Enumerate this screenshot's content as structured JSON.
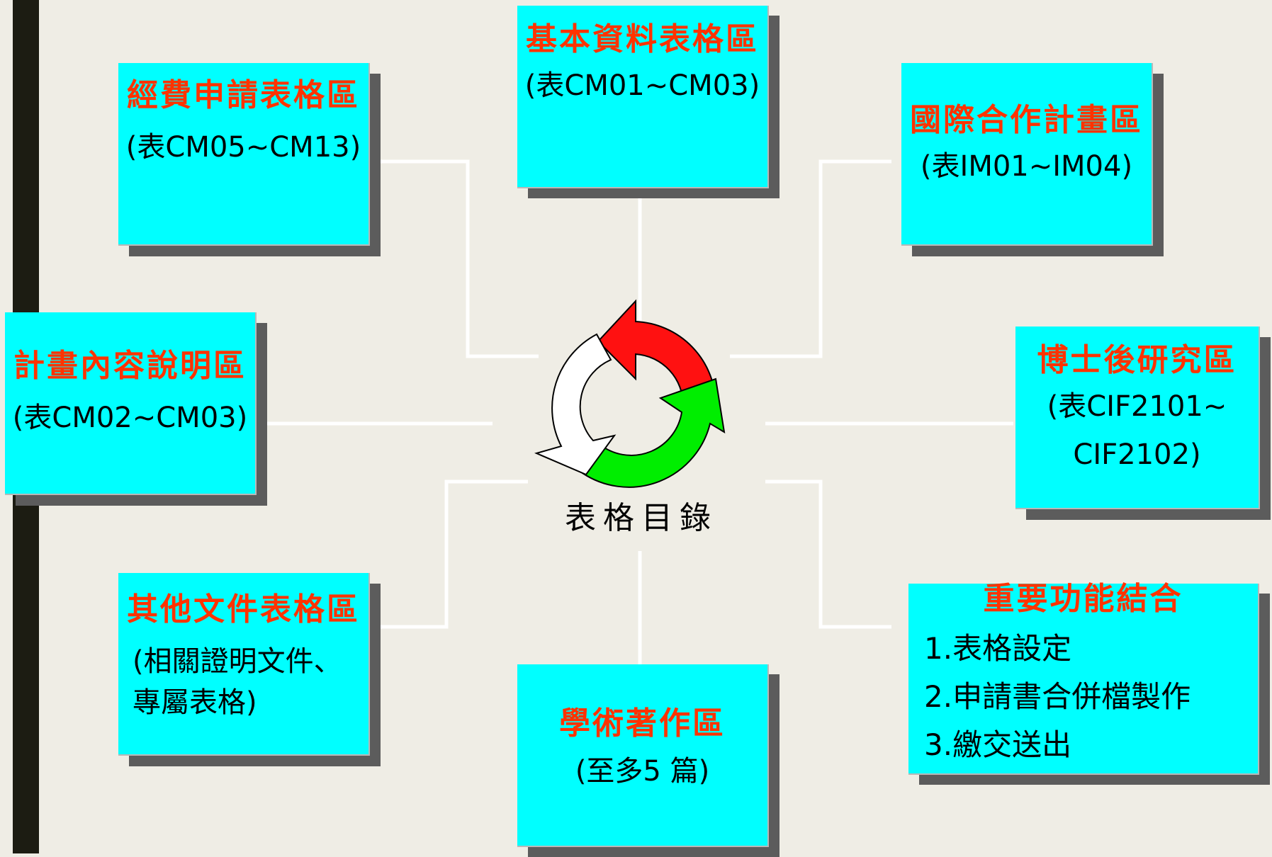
{
  "colors": {
    "box_fill": "#00ffff",
    "title_red": "#ff3300",
    "shadow": "#5c5c5c",
    "background": "#efede5"
  },
  "center": {
    "label": "表格目錄",
    "icon": "recycle-arrows-icon"
  },
  "boxes": {
    "basic": {
      "title": "基本資料表格區",
      "sub": "(表CM01~CM03)"
    },
    "funding": {
      "title": "經費申請表格區",
      "sub": "(表CM05~CM13)"
    },
    "international": {
      "title": "國際合作計畫區",
      "sub": "(表IM01~IM04)"
    },
    "plan": {
      "title": "計畫內容說明區",
      "sub": "(表CM02~CM03)"
    },
    "postdoc": {
      "title": "博士後研究區",
      "sub1": "(表CIF2101~",
      "sub2": "CIF2102)"
    },
    "other": {
      "title": "其他文件表格區",
      "sub1": "(相關證明文件、",
      "sub2": "專屬表格)"
    },
    "academic": {
      "title": "學術著作區",
      "sub": "(至多5 篇)"
    },
    "functions": {
      "title": "重要功能結合",
      "items": [
        "1.表格設定",
        "2.申請書合併檔製作",
        "3.繳交送出"
      ]
    }
  }
}
